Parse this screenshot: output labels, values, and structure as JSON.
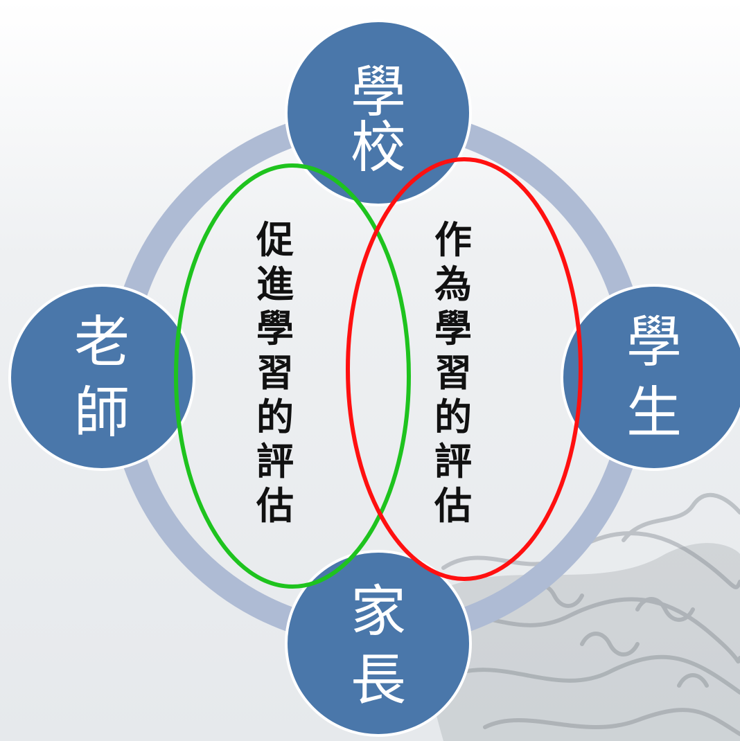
{
  "nodes": [
    {
      "id": "school",
      "lines": [
        "學",
        "校"
      ]
    },
    {
      "id": "teacher",
      "lines": [
        "老",
        "師"
      ]
    },
    {
      "id": "student",
      "lines": [
        "學",
        "生"
      ]
    },
    {
      "id": "parent",
      "lines": [
        "家",
        "長"
      ]
    }
  ],
  "ovals": [
    {
      "id": "for-learning",
      "text": [
        "促",
        "進",
        "學",
        "習",
        "的",
        "評",
        "估"
      ],
      "stroke": "#1ec31e"
    },
    {
      "id": "as-learning",
      "text": [
        "作",
        "為",
        "學",
        "習",
        "的",
        "評",
        "估"
      ],
      "stroke": "#ff1010"
    }
  ],
  "colors": {
    "node_fill": "#4a77aa",
    "node_stroke": "#ffffff",
    "ring": "#aebbd4",
    "text_dark": "#111111",
    "text_light": "#ffffff"
  }
}
